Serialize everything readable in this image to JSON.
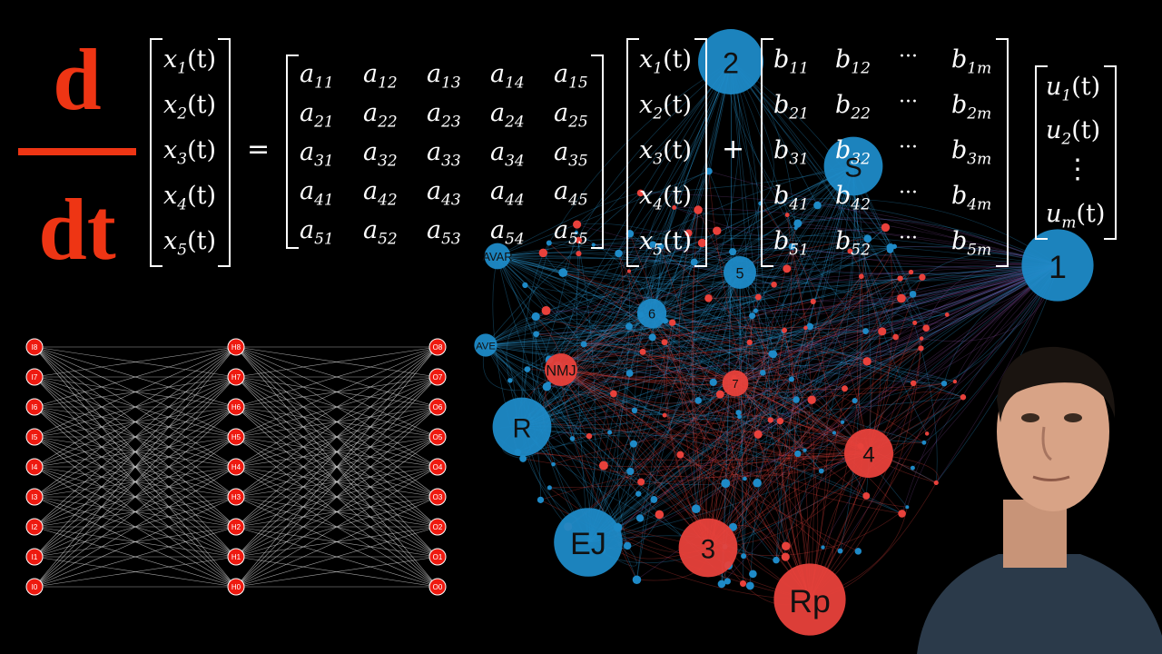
{
  "colors": {
    "accent_red": "#ee3514",
    "node_blue": "#1e8ac7",
    "node_red": "#e8413b",
    "background": "#000000"
  },
  "equation": {
    "lhs_numerator": "d",
    "lhs_denominator": "dt",
    "equals": "=",
    "plus": "+",
    "x_vector": [
      {
        "base": "x",
        "sub": "1",
        "arg": "(t)"
      },
      {
        "base": "x",
        "sub": "2",
        "arg": "(t)"
      },
      {
        "base": "x",
        "sub": "3",
        "arg": "(t)"
      },
      {
        "base": "x",
        "sub": "4",
        "arg": "(t)"
      },
      {
        "base": "x",
        "sub": "5",
        "arg": "(t)"
      }
    ],
    "a_matrix": [
      [
        "11",
        "12",
        "13",
        "14",
        "15"
      ],
      [
        "21",
        "22",
        "23",
        "24",
        "25"
      ],
      [
        "31",
        "32",
        "33",
        "34",
        "35"
      ],
      [
        "41",
        "42",
        "43",
        "44",
        "45"
      ],
      [
        "51",
        "52",
        "53",
        "54",
        "55"
      ]
    ],
    "a_base": "a",
    "b_base": "b",
    "b_matrix": [
      [
        "11",
        "12",
        "1m"
      ],
      [
        "21",
        "22",
        "2m"
      ],
      [
        "31",
        "32",
        "3m"
      ],
      [
        "41",
        "42",
        "4m"
      ],
      [
        "51",
        "52",
        "5m"
      ]
    ],
    "ellipsis": "···",
    "vdots": "⋮",
    "u_vector": [
      {
        "base": "u",
        "sub": "1",
        "arg": "(t)"
      },
      {
        "base": "u",
        "sub": "2",
        "arg": "(t)"
      },
      {
        "base": "u",
        "sub": "m",
        "arg": "(t)"
      }
    ]
  },
  "neural_net": {
    "input_labels": [
      "I8",
      "I7",
      "I6",
      "I5",
      "I4",
      "I3",
      "I2",
      "I1",
      "I0"
    ],
    "hidden_labels": [
      "H8",
      "H7",
      "H6",
      "H5",
      "H4",
      "H3",
      "H2",
      "H1",
      "H0"
    ],
    "output_labels": [
      "O8",
      "O7",
      "O6",
      "O5",
      "O4",
      "O3",
      "O2",
      "O1",
      "O0"
    ]
  },
  "network_graph": {
    "blue_nodes": [
      {
        "label": "2",
        "r": 1.0
      },
      {
        "label": "1",
        "r": 1.1
      },
      {
        "label": "S",
        "r": 0.9
      },
      {
        "label": "R",
        "r": 0.9
      },
      {
        "label": "EJ",
        "r": 1.05
      },
      {
        "label": "5",
        "r": 0.5
      },
      {
        "label": "6",
        "r": 0.45
      },
      {
        "label": "AVAR",
        "r": 0.4
      },
      {
        "label": "AVE",
        "r": 0.35
      }
    ],
    "red_nodes": [
      {
        "label": "Rp",
        "r": 1.1
      },
      {
        "label": "3",
        "r": 0.9
      },
      {
        "label": "4",
        "r": 0.75
      },
      {
        "label": "NMJ",
        "r": 0.5
      },
      {
        "label": "7",
        "r": 0.4
      }
    ]
  }
}
